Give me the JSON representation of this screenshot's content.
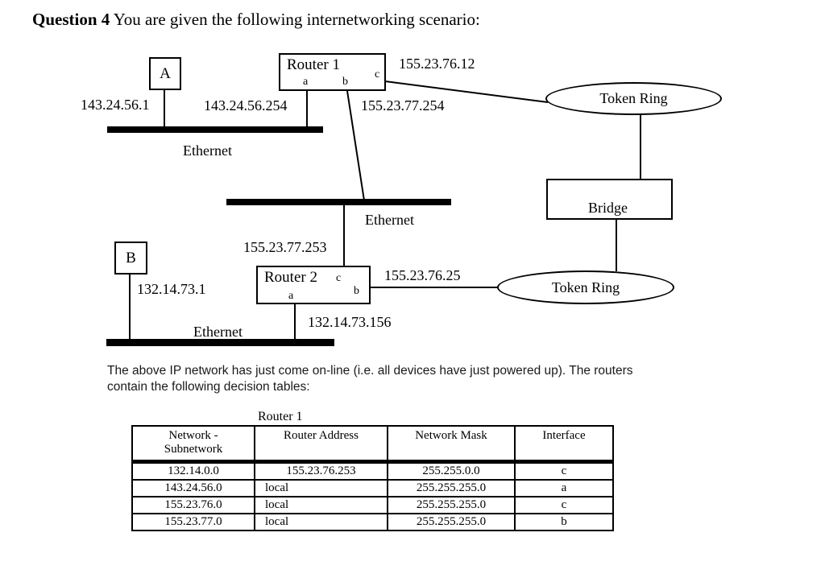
{
  "title": {
    "bold": "Question 4",
    "rest": " You are given the following internetworking scenario:"
  },
  "diagram": {
    "host_a": {
      "label": "A",
      "ip": "143.24.56.1"
    },
    "host_b": {
      "label": "B",
      "ip": "132.14.73.1"
    },
    "router1": {
      "label": "Router 1",
      "port_a": "a",
      "port_b": "b",
      "port_c": "c",
      "ip_a": "143.24.56.254",
      "ip_b": "155.23.77.254",
      "ip_c": "155.23.76.12"
    },
    "router2": {
      "label": "Router 2",
      "port_a": "a",
      "port_b": "b",
      "port_c": "c",
      "ip_a": "132.14.73.156",
      "ip_b": "155.23.76.25",
      "ip_c": "155.23.77.253"
    },
    "bridge": {
      "label": "Bridge"
    },
    "token_ring_top": {
      "label": "Token Ring"
    },
    "token_ring_bottom": {
      "label": "Token Ring"
    },
    "ethernet_top": {
      "label": "Ethernet"
    },
    "ethernet_middle": {
      "label": "Ethernet"
    },
    "ethernet_bottom": {
      "label": "Ethernet"
    }
  },
  "paragraph": "The above IP network has just come on-line (i.e. all devices have just powered up). The routers\ncontain the following decision tables:",
  "routing_table": {
    "title": "Router 1",
    "headers": [
      "Network -\nSubnetwork",
      "Router Address",
      "Network Mask",
      "Interface"
    ],
    "rows": [
      [
        "132.14.0.0",
        "155.23.76.253",
        "255.255.0.0",
        "c"
      ],
      [
        "143.24.56.0",
        "local",
        "255.255.255.0",
        "a"
      ],
      [
        "155.23.76.0",
        "local",
        "255.255.255.0",
        "c"
      ],
      [
        "155.23.77.0",
        "local",
        "255.255.255.0",
        "b"
      ]
    ]
  }
}
